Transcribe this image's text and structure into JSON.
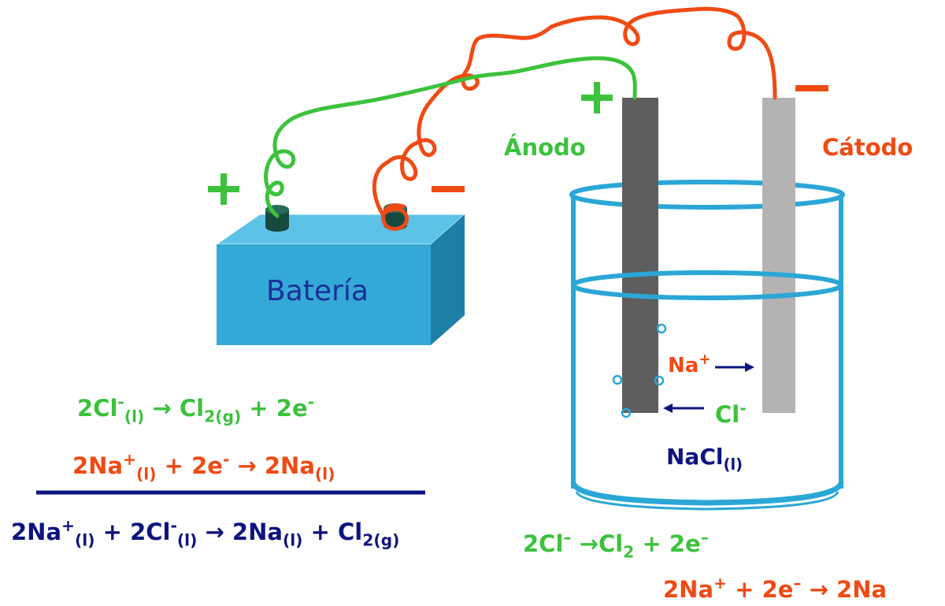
{
  "colors": {
    "anode": "#3cc23c",
    "cathode": "#f04a14",
    "navy": "#0d1480",
    "battery_front": "#35a9d6",
    "battery_top": "#5cc3e6",
    "battery_side": "#1d7fa8",
    "beaker": "#2aa7d6",
    "anode_rod": "#5e5e5e",
    "cathode_rod": "#b3b3b3"
  },
  "battery": {
    "label": "Batería",
    "plus_sign": "+",
    "minus_sign": "−"
  },
  "electrodes": {
    "anode_label": "Ánodo",
    "anode_sign": "+",
    "cathode_label": "Cátodo",
    "cathode_sign": "−"
  },
  "cell": {
    "cation": "Na",
    "cation_charge": "+",
    "anion": "Cl",
    "anion_charge": "-",
    "electrolyte": "NaCl",
    "electrolyte_state": "(l)"
  },
  "reactions_left": {
    "anode": {
      "r1": "2Cl",
      "r1_sup": "-",
      "r1_sub": "(l)",
      "arrow": "→",
      "p1": "Cl",
      "p1_sub": "2(g)",
      "plus": "+",
      "p2": "2e",
      "p2_sup": "-"
    },
    "cathode": {
      "r1": "2Na",
      "r1_sup": "+",
      "r1_sub": "(l)",
      "plus": "+",
      "r2": "2e",
      "r2_sup": "-",
      "arrow": "→",
      "p1": "2Na",
      "p1_sub": "(l)"
    },
    "overall": {
      "r1": "2Na",
      "r1_sup": "+",
      "r1_sub": "(l)",
      "plus1": "+",
      "r2": "2Cl",
      "r2_sup": "-",
      "r2_sub": "(l)",
      "arrow": "→",
      "p1": "2Na",
      "p1_sub": "(l)",
      "plus2": "+",
      "p2": "Cl",
      "p2_sub": "2(g)"
    }
  },
  "reactions_right": {
    "anode": {
      "r1": "2Cl",
      "r1_sup": "–",
      "arrow": "→",
      "p1": "Cl",
      "p1_sub": "2",
      "plus": "+",
      "p2": "2e",
      "p2_sup": "–"
    },
    "cathode": {
      "r1": "2Na",
      "r1_sup": "+",
      "plus": "+",
      "r2": "2e",
      "r2_sup": "–",
      "arrow": "→",
      "p1": "2Na"
    }
  }
}
